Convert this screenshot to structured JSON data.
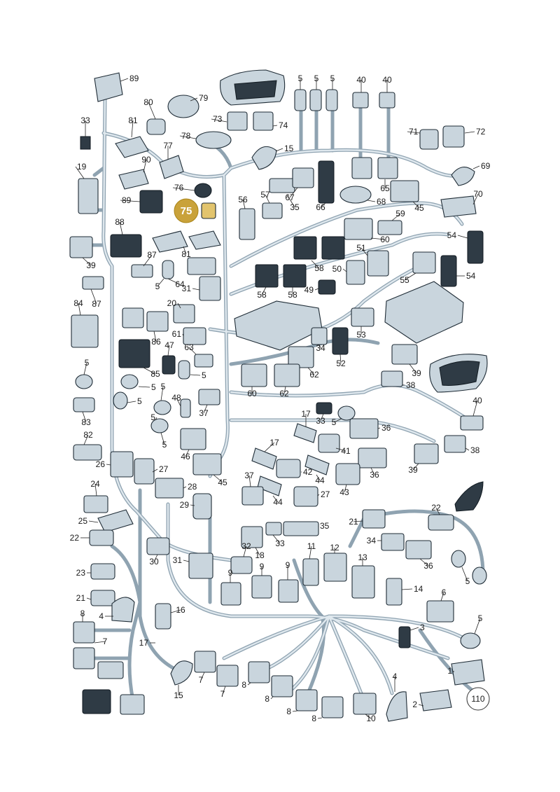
{
  "highlight": {
    "label": "75",
    "color": "#c9a23a"
  },
  "end_marker": {
    "label": "110"
  },
  "callouts": [
    {
      "id": "c89a",
      "label": "89"
    },
    {
      "id": "c79",
      "label": "79"
    },
    {
      "id": "c80",
      "label": "80"
    },
    {
      "id": "c81a",
      "label": "81"
    },
    {
      "id": "c33a",
      "label": "33"
    },
    {
      "id": "c73",
      "label": "73"
    },
    {
      "id": "c74",
      "label": "74"
    },
    {
      "id": "c78",
      "label": "78"
    },
    {
      "id": "c77",
      "label": "77"
    },
    {
      "id": "c15a",
      "label": "15"
    },
    {
      "id": "c5a",
      "label": "5"
    },
    {
      "id": "c5b",
      "label": "5"
    },
    {
      "id": "c5c",
      "label": "5"
    },
    {
      "id": "c40a",
      "label": "40"
    },
    {
      "id": "c40b",
      "label": "40"
    },
    {
      "id": "c71",
      "label": "71"
    },
    {
      "id": "c72",
      "label": "72"
    },
    {
      "id": "c19",
      "label": "19"
    },
    {
      "id": "c90",
      "label": "90"
    },
    {
      "id": "c76",
      "label": "76"
    },
    {
      "id": "c89b",
      "label": "89"
    },
    {
      "id": "c57",
      "label": "57"
    },
    {
      "id": "c35a",
      "label": "35"
    },
    {
      "id": "c66",
      "label": "66"
    },
    {
      "id": "c67",
      "label": "67"
    },
    {
      "id": "c65",
      "label": "65"
    },
    {
      "id": "c68",
      "label": "68"
    },
    {
      "id": "c45a",
      "label": "45"
    },
    {
      "id": "c69",
      "label": "69"
    },
    {
      "id": "c70",
      "label": "70"
    },
    {
      "id": "c56",
      "label": "56"
    },
    {
      "id": "c59",
      "label": "59"
    },
    {
      "id": "c88",
      "label": "88"
    },
    {
      "id": "c60a",
      "label": "60"
    },
    {
      "id": "c51",
      "label": "51"
    },
    {
      "id": "c54a",
      "label": "54"
    },
    {
      "id": "c39a",
      "label": "39"
    },
    {
      "id": "c81b",
      "label": "81"
    },
    {
      "id": "c87a",
      "label": "87"
    },
    {
      "id": "c58a",
      "label": "58"
    },
    {
      "id": "c50",
      "label": "50"
    },
    {
      "id": "c55",
      "label": "55"
    },
    {
      "id": "c54b",
      "label": "54"
    },
    {
      "id": "c5d",
      "label": "5"
    },
    {
      "id": "c64",
      "label": "64"
    },
    {
      "id": "c31a",
      "label": "31"
    },
    {
      "id": "c58b",
      "label": "58"
    },
    {
      "id": "c58c",
      "label": "58"
    },
    {
      "id": "c49",
      "label": "49"
    },
    {
      "id": "c84",
      "label": "84"
    },
    {
      "id": "c87b",
      "label": "87"
    },
    {
      "id": "c20",
      "label": "20"
    },
    {
      "id": "c53",
      "label": "53"
    },
    {
      "id": "c61",
      "label": "61"
    },
    {
      "id": "c86",
      "label": "86"
    },
    {
      "id": "c47",
      "label": "47"
    },
    {
      "id": "c63",
      "label": "63"
    },
    {
      "id": "c34a",
      "label": "34"
    },
    {
      "id": "c52",
      "label": "52"
    },
    {
      "id": "c5e",
      "label": "5"
    },
    {
      "id": "c85",
      "label": "85"
    },
    {
      "id": "c5f",
      "label": "5"
    },
    {
      "id": "c62a",
      "label": "62"
    },
    {
      "id": "c39b",
      "label": "39"
    },
    {
      "id": "c5g",
      "label": "5"
    },
    {
      "id": "c5h",
      "label": "5"
    },
    {
      "id": "c60b",
      "label": "60"
    },
    {
      "id": "c62b",
      "label": "62"
    },
    {
      "id": "c38a",
      "label": "38"
    },
    {
      "id": "c5i",
      "label": "5"
    },
    {
      "id": "c48",
      "label": "48"
    },
    {
      "id": "c5j",
      "label": "5"
    },
    {
      "id": "c83",
      "label": "83"
    },
    {
      "id": "c37a",
      "label": "37"
    },
    {
      "id": "c17a",
      "label": "17"
    },
    {
      "id": "c33b",
      "label": "33"
    },
    {
      "id": "c5k",
      "label": "5"
    },
    {
      "id": "c40c",
      "label": "40"
    },
    {
      "id": "c36a",
      "label": "36"
    },
    {
      "id": "c5l",
      "label": "5"
    },
    {
      "id": "c82",
      "label": "82"
    },
    {
      "id": "c46",
      "label": "46"
    },
    {
      "id": "c17b",
      "label": "17"
    },
    {
      "id": "c41",
      "label": "41"
    },
    {
      "id": "c38b",
      "label": "38"
    },
    {
      "id": "c26",
      "label": "26"
    },
    {
      "id": "c27a",
      "label": "27"
    },
    {
      "id": "c45b",
      "label": "45"
    },
    {
      "id": "c42",
      "label": "42"
    },
    {
      "id": "c44a",
      "label": "44"
    },
    {
      "id": "c36b",
      "label": "36"
    },
    {
      "id": "c39c",
      "label": "39"
    },
    {
      "id": "c24",
      "label": "24"
    },
    {
      "id": "c28",
      "label": "28"
    },
    {
      "id": "c37b",
      "label": "37"
    },
    {
      "id": "c43",
      "label": "43"
    },
    {
      "id": "c29",
      "label": "29"
    },
    {
      "id": "c44b",
      "label": "44"
    },
    {
      "id": "c27b",
      "label": "27"
    },
    {
      "id": "c22a",
      "label": "22"
    },
    {
      "id": "c25",
      "label": "25"
    },
    {
      "id": "c35b",
      "label": "35"
    },
    {
      "id": "c21a",
      "label": "21"
    },
    {
      "id": "c22b",
      "label": "22"
    },
    {
      "id": "c33c",
      "label": "33"
    },
    {
      "id": "c34b",
      "label": "34"
    },
    {
      "id": "c32",
      "label": "32"
    },
    {
      "id": "c18",
      "label": "18"
    },
    {
      "id": "c30",
      "label": "30"
    },
    {
      "id": "c11",
      "label": "11"
    },
    {
      "id": "c12",
      "label": "12"
    },
    {
      "id": "c36c",
      "label": "36"
    },
    {
      "id": "c31b",
      "label": "31"
    },
    {
      "id": "c9a",
      "label": "9"
    },
    {
      "id": "c9b",
      "label": "9"
    },
    {
      "id": "c9c",
      "label": "9"
    },
    {
      "id": "c13",
      "label": "13"
    },
    {
      "id": "c5m",
      "label": "5"
    },
    {
      "id": "c23",
      "label": "23"
    },
    {
      "id": "c14",
      "label": "14"
    },
    {
      "id": "c6",
      "label": "6"
    },
    {
      "id": "c21b",
      "label": "21"
    },
    {
      "id": "c4a",
      "label": "4"
    },
    {
      "id": "c8a",
      "label": "8"
    },
    {
      "id": "c16",
      "label": "16"
    },
    {
      "id": "c3",
      "label": "3"
    },
    {
      "id": "c5n",
      "label": "5"
    },
    {
      "id": "c7a",
      "label": "7"
    },
    {
      "id": "c17c",
      "label": "17"
    },
    {
      "id": "c1",
      "label": "1"
    },
    {
      "id": "c7b",
      "label": "7"
    },
    {
      "id": "c15b",
      "label": "15"
    },
    {
      "id": "c8b",
      "label": "8"
    },
    {
      "id": "c7c",
      "label": "7"
    },
    {
      "id": "c8c",
      "label": "8"
    },
    {
      "id": "c4b",
      "label": "4"
    },
    {
      "id": "c8d",
      "label": "8"
    },
    {
      "id": "c8e",
      "label": "8"
    },
    {
      "id": "c10",
      "label": "10"
    },
    {
      "id": "c2",
      "label": "2"
    }
  ]
}
